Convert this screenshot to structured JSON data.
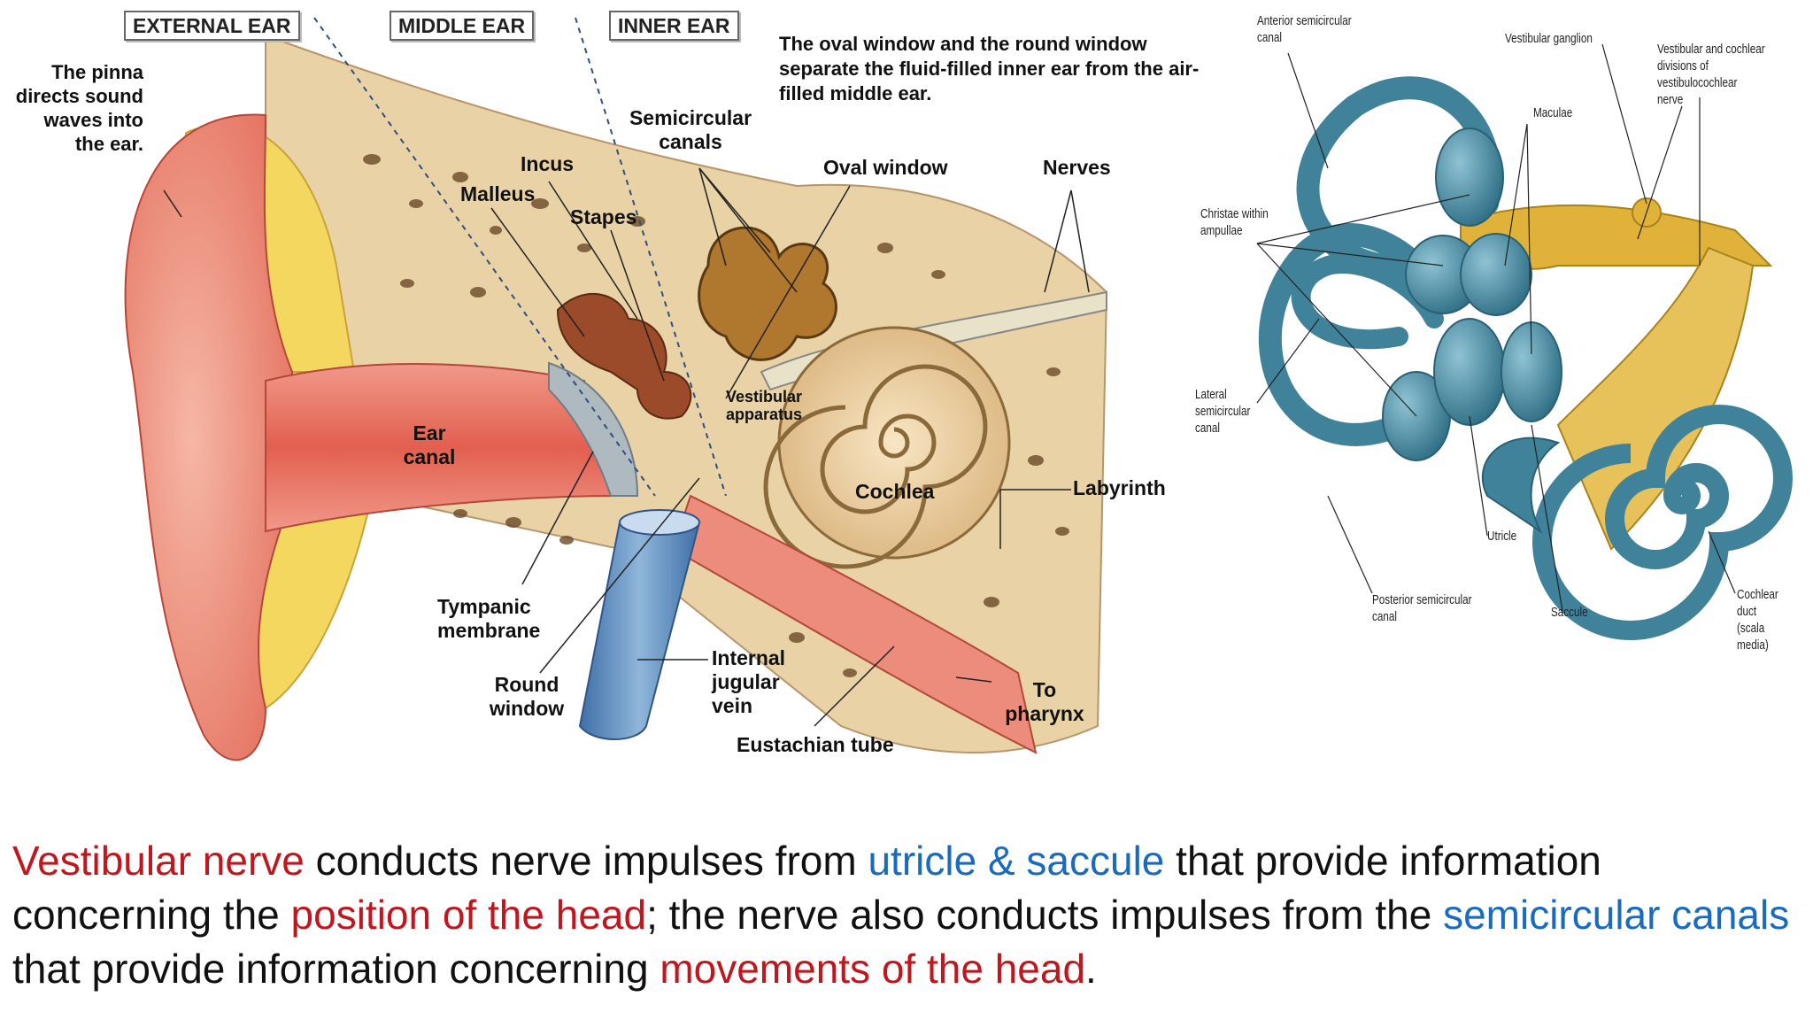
{
  "ear": {
    "sections": {
      "external": "EXTERNAL EAR",
      "middle": "MIDDLE EAR",
      "inner": "INNER EAR"
    },
    "note": {
      "part1": "The ",
      "oval": "oval window",
      "part2": " and the ",
      "round": "round window",
      "part3": " separate the fluid-filled inner ear from the air-filled middle ear."
    },
    "pinna": {
      "line1": "The ",
      "bold": "pinna",
      "rest": "directs sound\nwaves into\nthe ear."
    },
    "labels": {
      "semicircular_canals": "Semicircular\ncanals",
      "incus": "Incus",
      "malleus": "Malleus",
      "stapes": "Stapes",
      "oval_window": "Oval window",
      "nerves": "Nerves",
      "ear_canal": "Ear\ncanal",
      "vestibular_apparatus": "Vestibular\napparatus",
      "cochlea": "Cochlea",
      "labyrinth": "Labyrinth",
      "tympanic_membrane": "Tympanic\nmembrane",
      "round_window": "Round\nwindow",
      "internal_jugular_vein": "Internal\njugular\nvein",
      "to_pharynx": "To\npharynx",
      "eustachian_tube": "Eustachian tube"
    }
  },
  "labyrinth": {
    "labels": {
      "anterior_semicircular_canal": "Anterior semicircular\ncanal",
      "vestibular_ganglion": "Vestibular ganglion",
      "vestibular_cochlear_divisions": "Vestibular and cochlear\ndivisions of vestibulocochlear\nnerve",
      "maculae": "Maculae",
      "christae_within_ampullae": "Christae within\nampullae",
      "lateral_semicircular_canal": "Lateral\nsemicircular\ncanal",
      "utricle": "Utricle",
      "posterior_semicircular_canal": "Posterior semicircular\ncanal",
      "saccule": "Saccule",
      "cochlear_duct": "Cochlear duct\n(scala media)"
    }
  },
  "caption": {
    "t1": "Vestibular nerve",
    "t2": " conducts nerve impulses from ",
    "t3": "utricle & saccule",
    "t4": " that provide information concerning the ",
    "t5": "position of the head",
    "t6": "; the nerve also conducts impulses from the ",
    "t7": "semicircular canals",
    "t8": " that provide information concerning ",
    "t9": "movements of the head",
    "t10": "."
  },
  "colors": {
    "skin": "#ef8a78",
    "bone": "#e9d3a6",
    "fat": "#f4d75e",
    "vein": "#5f8fc0",
    "labyrinth": "#4a8ea4",
    "nerve": "#e0b23a",
    "red_text": "#c0171e",
    "blue_text": "#1a6bbd"
  }
}
